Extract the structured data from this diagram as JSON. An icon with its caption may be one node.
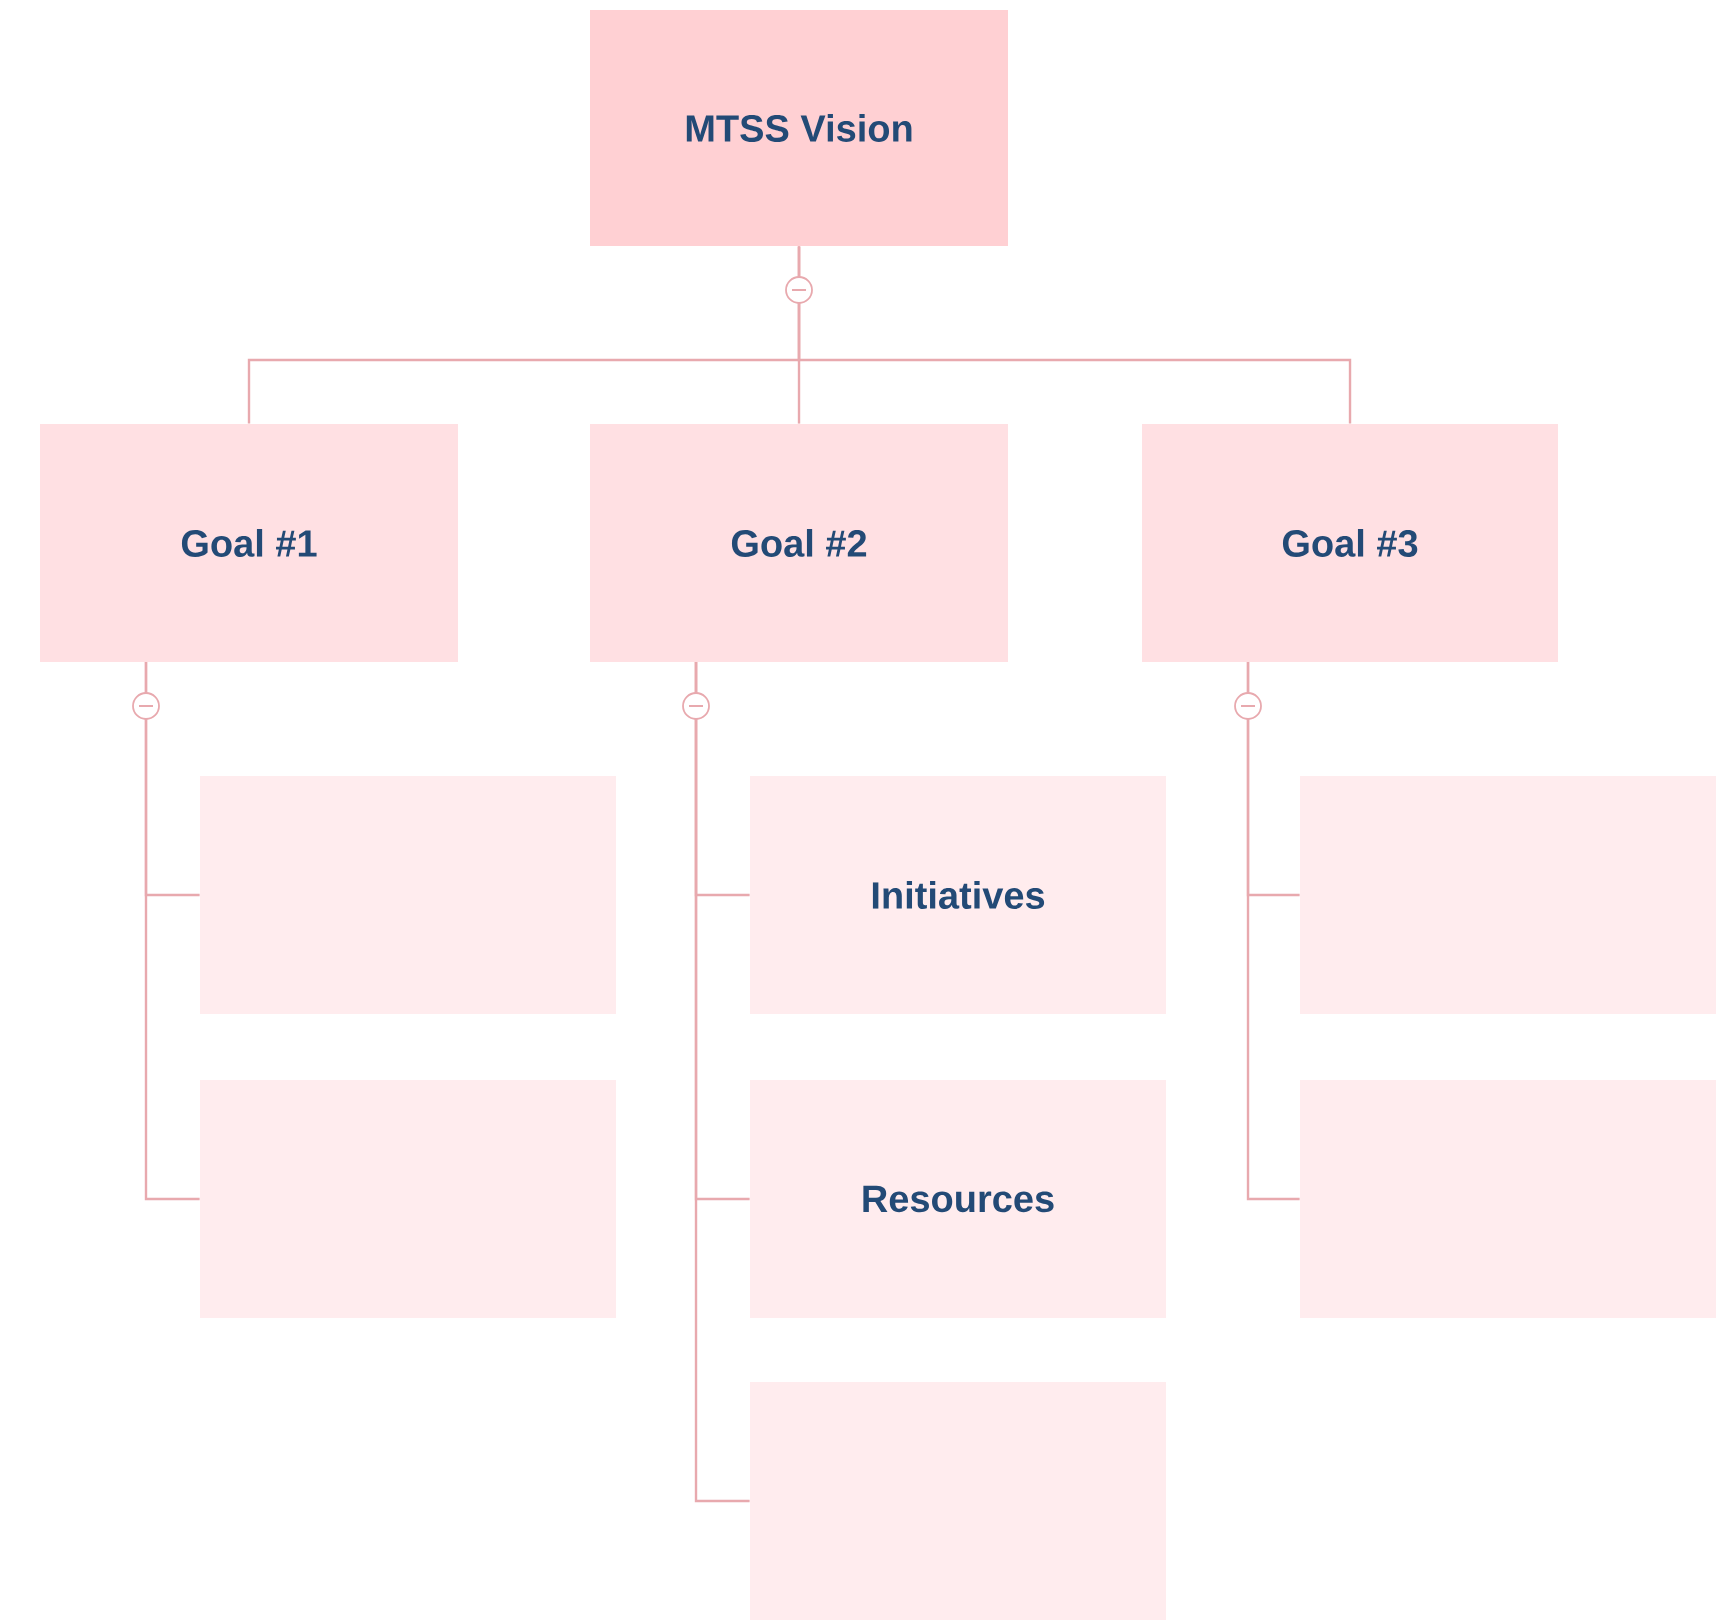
{
  "diagram": {
    "nodes": [
      {
        "text": [
          "MTSS Vision"
        ]
      },
      {
        "text": [
          "Goal #1"
        ]
      },
      {
        "text": [
          "Goal #2"
        ]
      },
      {
        "text": [
          "Goal #3"
        ]
      },
      {
        "text": [],
        "shape": "box"
      },
      {
        "text": [],
        "shape": "box"
      },
      {
        "text": [
          "Initiatives"
        ]
      },
      {
        "text": [
          "Resources"
        ]
      },
      {
        "text": [],
        "shape": "box"
      },
      {
        "text": [],
        "shape": "box"
      },
      {
        "text": [],
        "shape": "box"
      }
    ],
    "edges": [
      {
        "from": 0,
        "to": 1,
        "arrow": "none"
      },
      {
        "from": 0,
        "to": 2,
        "arrow": "none"
      },
      {
        "from": 0,
        "to": 3,
        "arrow": "none"
      },
      {
        "from": 1,
        "to": 4,
        "arrow": "none"
      },
      {
        "from": 1,
        "to": 5,
        "arrow": "none"
      },
      {
        "from": 2,
        "to": 6,
        "arrow": "none"
      },
      {
        "from": 2,
        "to": 7,
        "arrow": "none"
      },
      {
        "from": 2,
        "to": 8,
        "arrow": "none"
      },
      {
        "from": 3,
        "to": 9,
        "arrow": "none"
      },
      {
        "from": 3,
        "to": 10,
        "arrow": "none"
      }
    ]
  }
}
